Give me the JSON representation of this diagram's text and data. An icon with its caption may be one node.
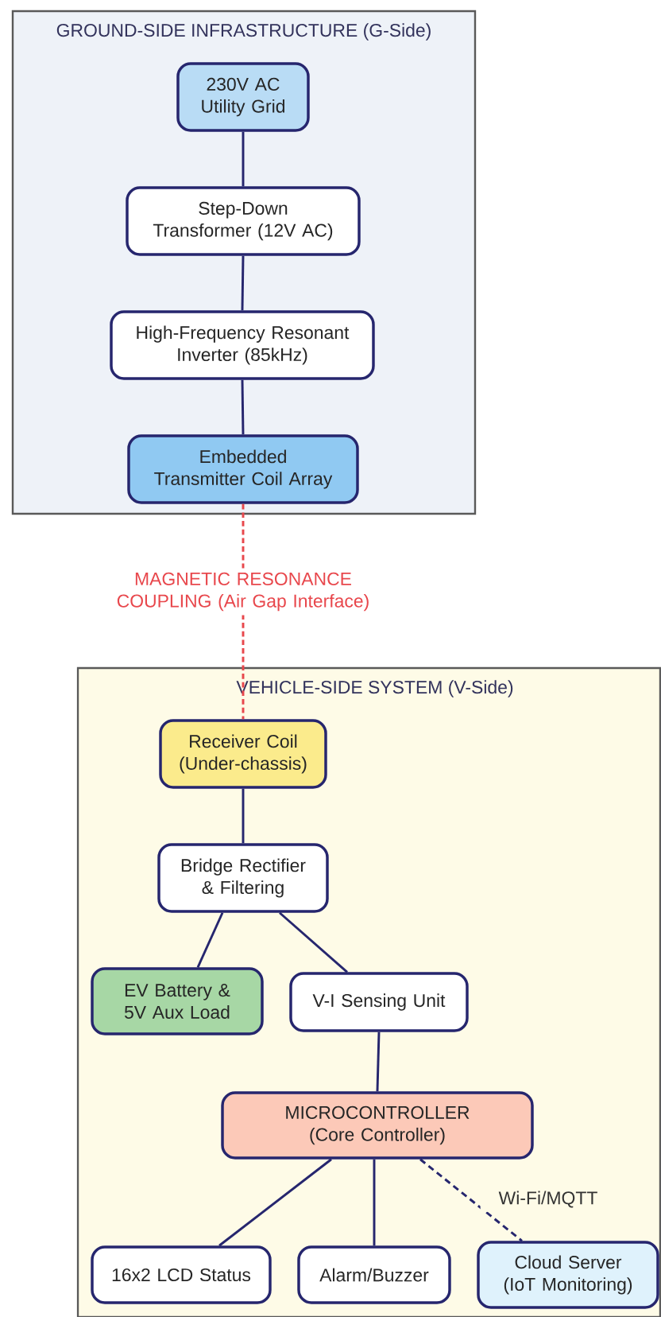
{
  "diagram": {
    "nodes": [
      {
        "text": [
          "GROUND-SIDE INFRASTRUCTURE (G-Side)"
        ]
      },
      {
        "text": [
          "230V AC Utility Grid"
        ],
        "in": 0
      },
      {
        "text": [
          "Step-Down Transformer (12V AC)"
        ],
        "in": 0
      },
      {
        "text": [
          "High-Frequency Resonant Inverter (85kHz)"
        ],
        "in": 0
      },
      {
        "text": [
          "Embedded Transmitter Coil Array"
        ],
        "in": 0
      },
      {
        "text": [
          "VEHICLE-SIDE SYSTEM (V-Side)"
        ]
      },
      {
        "text": [
          "Receiver Coil (Under-chassis)"
        ],
        "in": 5
      },
      {
        "text": [
          "Bridge Rectifier & Filtering"
        ],
        "in": 5
      },
      {
        "text": [
          "EV Battery & 5V Aux Load"
        ],
        "in": 5
      },
      {
        "text": [
          "V-I Sensing Unit"
        ],
        "in": 5
      },
      {
        "text": [
          "MICROCONTROLLER (Core Controller)"
        ],
        "in": 5
      },
      {
        "text": [
          "16x2 LCD Status"
        ],
        "in": 5
      },
      {
        "text": [
          "Alarm/Buzzer"
        ],
        "in": 5
      },
      {
        "text": [
          "Cloud Server (IoT Monitoring)"
        ],
        "in": 5
      }
    ],
    "edges": [
      {
        "from": 1,
        "to": 2,
        "arrow": "none"
      },
      {
        "from": 2,
        "to": 3,
        "arrow": "none"
      },
      {
        "from": 3,
        "to": 4,
        "arrow": "none"
      },
      {
        "from": 4,
        "to": 6,
        "arrow": "none",
        "label": "MAGNETIC RESONANCE COUPLING (Air Gap Interface)",
        "style": "dashed",
        "color": "#e8474c"
      },
      {
        "from": 6,
        "to": 7,
        "arrow": "none"
      },
      {
        "from": 7,
        "to": 8,
        "arrow": "none"
      },
      {
        "from": 7,
        "to": 9,
        "arrow": "none"
      },
      {
        "from": 9,
        "to": 10,
        "arrow": "none"
      },
      {
        "from": 10,
        "to": 11,
        "arrow": "none"
      },
      {
        "from": 10,
        "to": 12,
        "arrow": "none"
      },
      {
        "from": 10,
        "to": 13,
        "arrow": "none",
        "label": "Wi-Fi/MQTT",
        "style": "dashed"
      }
    ]
  }
}
